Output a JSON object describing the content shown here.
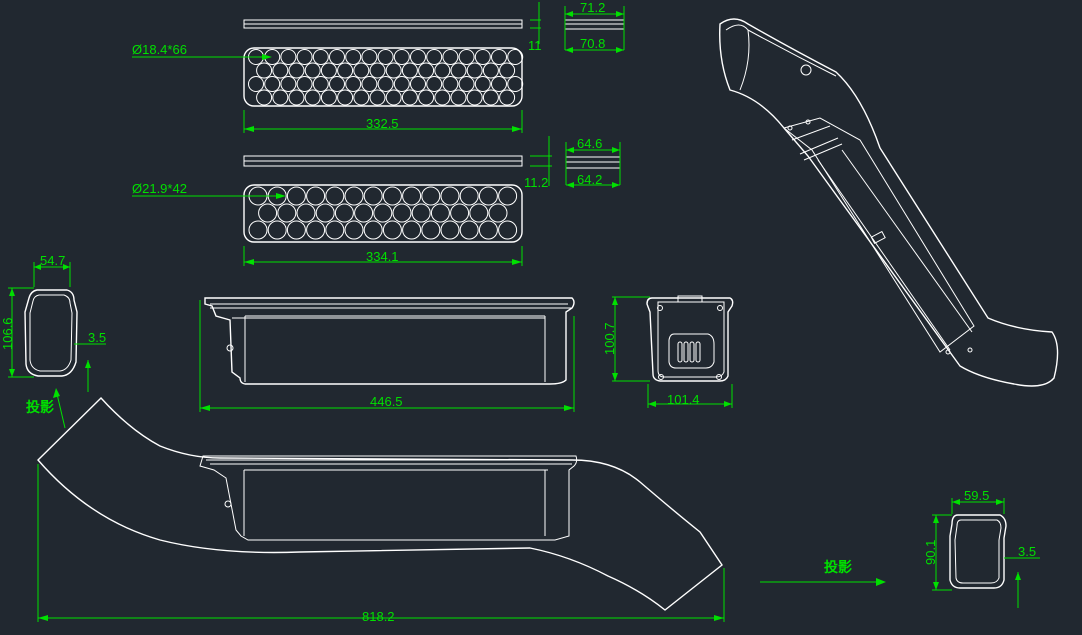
{
  "colors": {
    "background": "#212830",
    "geometry": "#ffffff",
    "dimension": "#00e000"
  },
  "labels": {
    "cells_top": "Ø18.4*66",
    "cells_bottom": "Ø21.9*42",
    "len_top": "332.5",
    "len_bottom": "334.1",
    "thick_top": "11",
    "thick_bottom": "11.2",
    "w_top_outer": "71.2",
    "w_top_inner": "70.8",
    "w_bot_outer": "64.6",
    "w_bot_inner": "64.2",
    "sec_left_w": "54.7",
    "sec_left_h": "106.6",
    "sec_left_wall": "3.5",
    "proj_left": "投影",
    "box_len": "446.5",
    "end_h": "100.7",
    "end_w": "101.4",
    "total_len": "818.2",
    "proj_right": "投影",
    "sec_right_w": "59.5",
    "sec_right_h": "90.1",
    "sec_right_wall": "3.5"
  }
}
